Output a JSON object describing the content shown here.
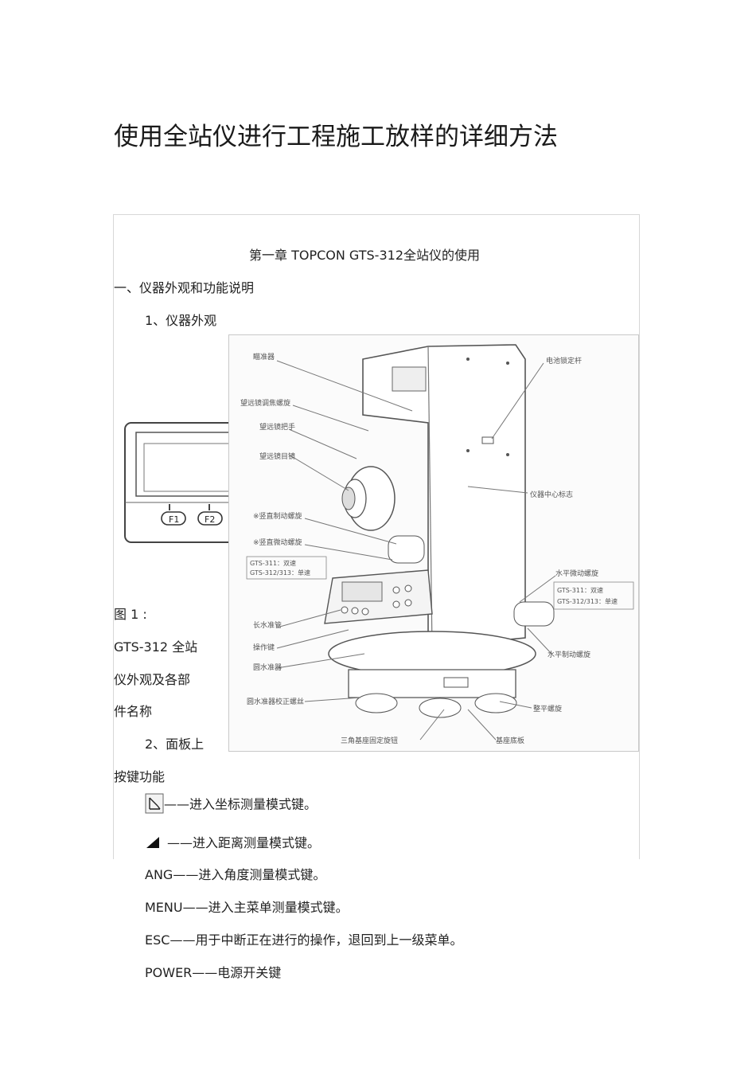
{
  "document": {
    "title": "使用全站仪进行工程施工放样的详细方法",
    "chapter": "第一章 TOPCON GTS-312全站仪的使用",
    "section1": "一、仪器外观和功能说明",
    "sub1": "1、仪器外观",
    "caption_lines": [
      "图 1 :",
      "GTS-312 全站",
      "仪外观及各部",
      "件名称"
    ],
    "sub2_line1": "2、面板上",
    "sub2_line2": "按键功能",
    "keys": [
      {
        "key": "",
        "icon": "coordinate-key-icon",
        "desc": "——进入坐标测量模式键。"
      },
      {
        "key": "",
        "icon": "distance-key-icon",
        "desc": "——进入距离测量模式键。"
      },
      {
        "key": "ANG",
        "desc": "——进入角度测量模式键。"
      },
      {
        "key": "MENU",
        "desc": "——进入主菜单测量模式键。"
      },
      {
        "key": "ESC",
        "desc": "——用于中断正在进行的操作，退回到上一级菜单。"
      },
      {
        "key": "POWER",
        "desc": "——电源开关键"
      }
    ]
  },
  "figure_labels": {
    "top_left": [
      "瞄准器",
      "望远镜调焦螺旋",
      "望远镜把手",
      "望远镜目镜",
      "※竖直制动螺旋",
      "※竖直微动螺旋",
      "GTS-311：双速",
      "GTS-312/313：单速",
      "长水准管",
      "操作键",
      "圆水准器",
      "圆水准器校正螺丝"
    ],
    "bottom": [
      "三角基座固定旋钮",
      "基座底板"
    ],
    "right": [
      "电池锁定杆",
      "仪器中心标志",
      "水平微动螺旋",
      "GTS-311：双速",
      "GTS-312/313：单速",
      "水平制动螺旋",
      "整平螺旋"
    ],
    "panel_keys": [
      "F1",
      "F2"
    ]
  }
}
